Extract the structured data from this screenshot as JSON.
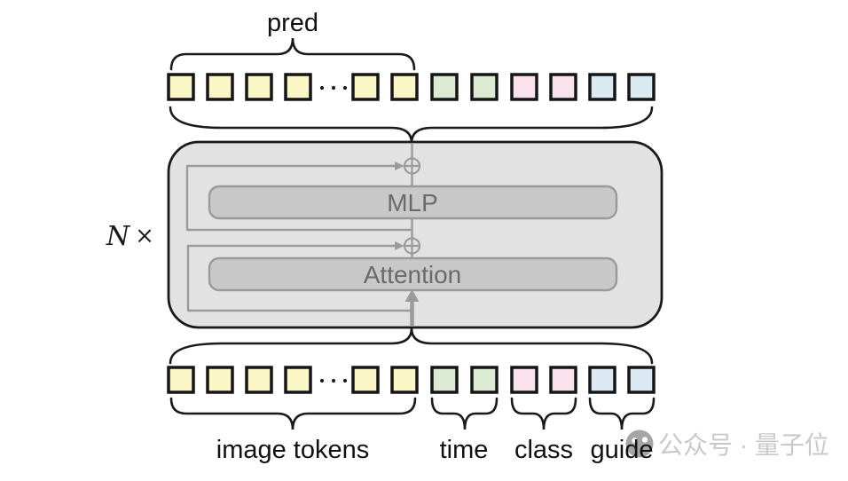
{
  "diagram": {
    "row_labels": {
      "pred": "pred",
      "image_tokens": "image tokens",
      "time": "time",
      "class": "class",
      "guide": "guide"
    },
    "blocks": {
      "mlp": "MLP",
      "attention": "Attention",
      "repeat_n": "N",
      "repeat_times": "×"
    },
    "token_rows": {
      "pattern": [
        {
          "group": "image-tokens",
          "color": "yellow",
          "count": 4
        },
        {
          "group": "ellipsis",
          "dots": 3
        },
        {
          "group": "image-tokens",
          "color": "yellow",
          "count": 2
        },
        {
          "group": "time-tokens",
          "color": "green",
          "count": 2
        },
        {
          "group": "class-tokens",
          "color": "pink",
          "count": 2
        },
        {
          "group": "guide-tokens",
          "color": "blue",
          "count": 2
        }
      ],
      "rows": [
        "top-output-row",
        "bottom-input-row"
      ]
    },
    "colors": {
      "token_yellow": "#faf6c6",
      "token_green": "#dcead3",
      "token_pink": "#f9e2ec",
      "token_blue": "#dbe9f3",
      "token_border": "#161616",
      "block_fill": "#e2e2e2",
      "inner_fill": "#c8c8c8",
      "inner_border": "#9a9a9a",
      "inner_text": "#6a6a6a",
      "line_gray": "#9b9b9b",
      "brace_black": "#1a1a1a",
      "watermark_gray": "#c9c9c9",
      "watermark_logo_gray": "#a5a5a5"
    },
    "watermark": {
      "text": "公众号 · 量子位",
      "icon": "qbitai-logo"
    }
  }
}
